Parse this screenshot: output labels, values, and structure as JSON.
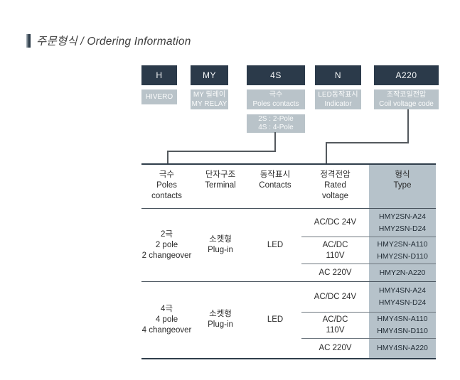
{
  "title": {
    "text": "주문형식 / Ordering Information"
  },
  "ordering_code": {
    "segments": [
      {
        "code": "H",
        "label_lines": [
          "HIVERO"
        ]
      },
      {
        "code": "MY",
        "label_lines": [
          "MY 릴레이",
          "MY RELAY"
        ]
      },
      {
        "code": "4S",
        "label_lines": [
          "극수",
          "Poles contacts"
        ],
        "sub_note_lines": [
          "2S : 2-Pole",
          "4S : 4-Pole"
        ]
      },
      {
        "code": "N",
        "label_lines": [
          "LED동작표시",
          "Indicator"
        ]
      },
      {
        "code": "A220",
        "label_lines": [
          "조작코일전압",
          "Coil voltage code"
        ]
      }
    ]
  },
  "table": {
    "headers": [
      {
        "ko": "극수",
        "en_lines": [
          "Poles",
          "contacts"
        ]
      },
      {
        "ko": "단자구조",
        "en_lines": [
          "Terminal"
        ]
      },
      {
        "ko": "동작표시",
        "en_lines": [
          "Contacts"
        ]
      },
      {
        "ko": "정격전압",
        "en_lines": [
          "Rated",
          "voltage"
        ]
      },
      {
        "ko": "형식",
        "en_lines": [
          "Type"
        ]
      }
    ],
    "groups": [
      {
        "poles_lines": [
          "2극",
          "2 pole",
          "2 changeover"
        ],
        "terminal_lines": [
          "소켓형",
          "Plug-in"
        ],
        "contacts": "LED",
        "rows": [
          {
            "voltage_lines": [
              "AC/DC 24V"
            ],
            "types": [
              "HMY2SN-A24",
              "HMY2SN-D24"
            ]
          },
          {
            "voltage_lines": [
              "AC/DC",
              "110V"
            ],
            "types": [
              "HMY2SN-A110",
              "HMY2SN-D110"
            ]
          },
          {
            "voltage_lines": [
              "AC 220V"
            ],
            "types": [
              "HMY2N-A220"
            ]
          }
        ]
      },
      {
        "poles_lines": [
          "4극",
          "4 pole",
          "4 changeover"
        ],
        "terminal_lines": [
          "소켓형",
          "Plug-in"
        ],
        "contacts": "LED",
        "rows": [
          {
            "voltage_lines": [
              "AC/DC 24V"
            ],
            "types": [
              "HMY4SN-A24",
              "HMY4SN-D24"
            ]
          },
          {
            "voltage_lines": [
              "AC/DC",
              "110V"
            ],
            "types": [
              "HMY4SN-A110",
              "HMY4SN-D110"
            ]
          },
          {
            "voltage_lines": [
              "AC 220V"
            ],
            "types": [
              "HMY4SN-A220"
            ]
          }
        ]
      }
    ]
  },
  "colors": {
    "code_block_bg": "#2b3a4a",
    "label_box_bg": "#b9c3c9",
    "type_column_bg": "#b6c2ca",
    "table_border_dark": "#2f3e4b",
    "connector_line": "#54595e"
  }
}
